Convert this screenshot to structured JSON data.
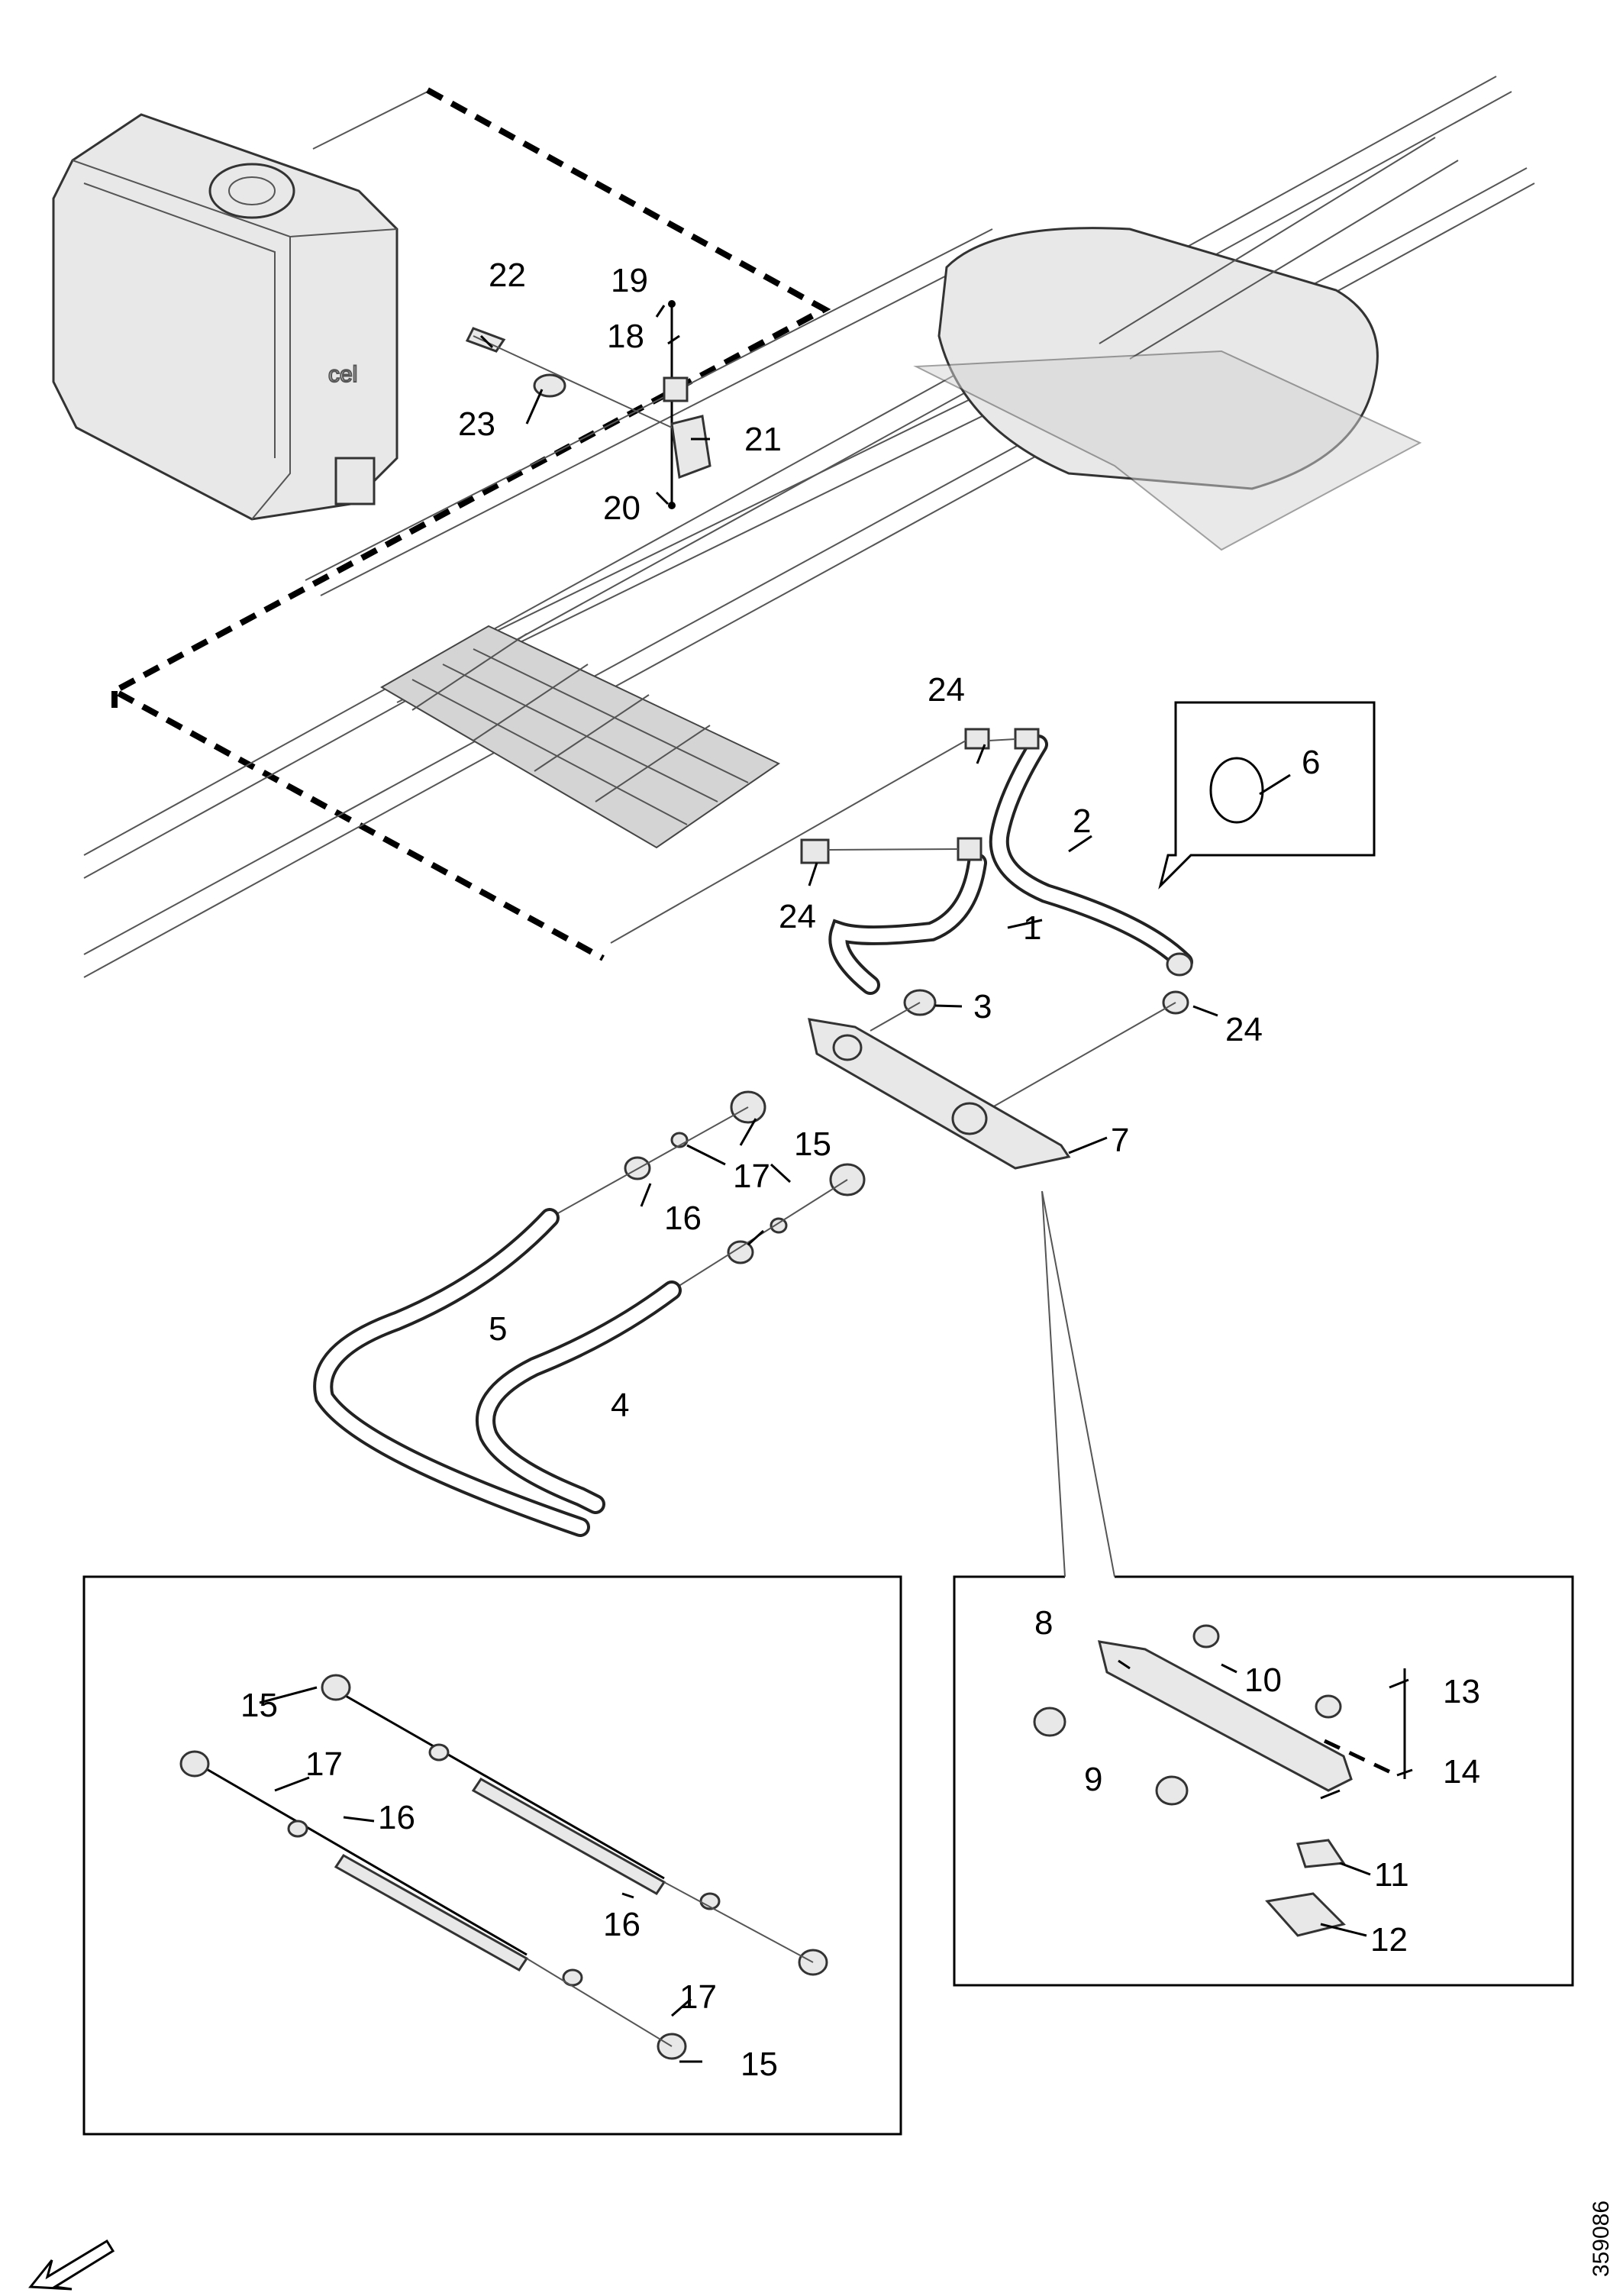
{
  "drawing_id": "359086",
  "callouts": {
    "c1": "1",
    "c2": "2",
    "c3": "3",
    "c4": "4",
    "c5": "5",
    "c6": "6",
    "c7": "7",
    "c8": "8",
    "c9": "9",
    "c10": "10",
    "c11": "11",
    "c12": "12",
    "c13": "13",
    "c14": "14",
    "c15": "15",
    "c16": "16",
    "c17": "17",
    "c18": "18",
    "c19": "19",
    "c20": "20",
    "c21": "21",
    "c22": "22",
    "c23": "23",
    "c24": "24"
  },
  "icons": {
    "orientation": "direction-arrow-icon"
  }
}
